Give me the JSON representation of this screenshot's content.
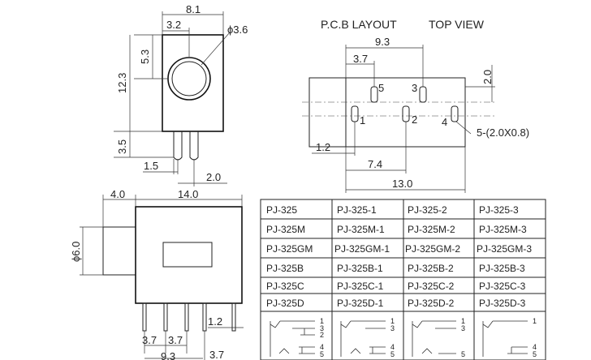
{
  "headers": {
    "pcb_layout": "P.C.B LAYOUT",
    "top_view": "TOP VIEW"
  },
  "side_view_dims": {
    "width": "8.1",
    "offset": "3.2",
    "hole_dia": "ϕ3.6",
    "hole_height": "5.3",
    "body_height": "12.3",
    "pin_length": "3.5",
    "pin_offset": "1.5",
    "pin_pitch": "2.0"
  },
  "pcb_dims": {
    "width_top": "9.3",
    "offset_top": "3.7",
    "pitch_right": "2.0",
    "left": "1.2",
    "mid": "7.4",
    "total": "13.0",
    "slot": "5-(2.0X0.8)"
  },
  "pcb_pins": [
    "5",
    "3",
    "1",
    "2",
    "4"
  ],
  "front_dims": {
    "front": "4.0",
    "body": "14.0",
    "dia": "ϕ6.0",
    "pin_gap_a": "3.7",
    "pin_gap_b": "3.7",
    "span": "9.3",
    "right_gap": "3.7",
    "right_small": "1.2"
  },
  "part_table": [
    [
      "PJ-325",
      "PJ-325-1",
      "PJ-325-2",
      "PJ-325-3"
    ],
    [
      "PJ-325M",
      "PJ-325M-1",
      "PJ-325M-2",
      "PJ-325M-3"
    ],
    [
      "PJ-325GM",
      "PJ-325GM-1",
      "PJ-325GM-2",
      "PJ-325GM-3"
    ],
    [
      "PJ-325B",
      "PJ-325B-1",
      "PJ-325B-2",
      "PJ-325B-3"
    ],
    [
      "PJ-325C",
      "PJ-325C-1",
      "PJ-325C-2",
      "PJ-325C-3"
    ],
    [
      "PJ-325D",
      "PJ-325D-1",
      "PJ-325D-2",
      "PJ-325D-3"
    ]
  ],
  "schematic_pins": [
    [
      "1",
      "3",
      "2",
      "4",
      "5"
    ],
    [
      "1",
      "3",
      "4",
      "5"
    ],
    [
      "1",
      "3",
      "5"
    ],
    [
      "1",
      "4",
      "5"
    ]
  ]
}
